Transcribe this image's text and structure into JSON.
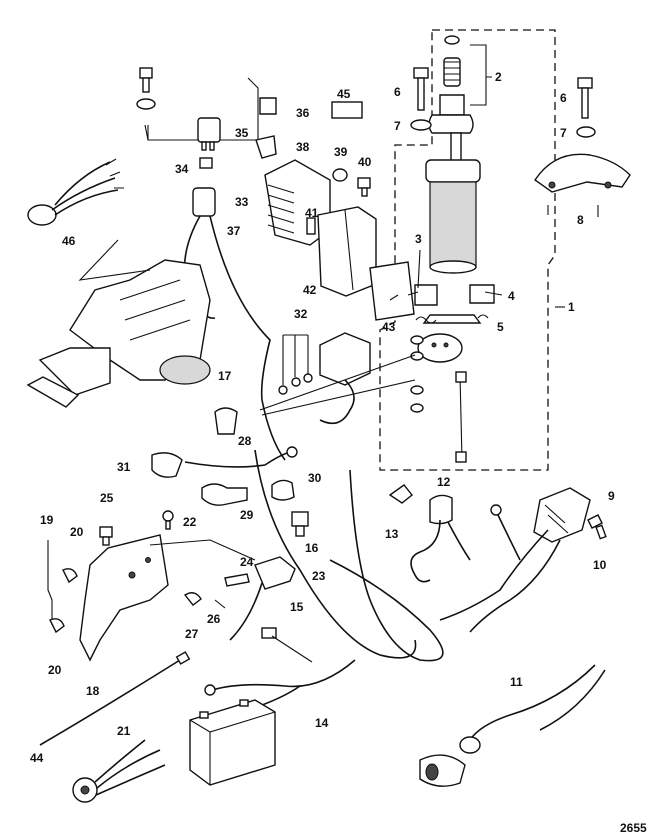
{
  "figure_number": "2655",
  "callouts": {
    "c1": "1",
    "c2": "2",
    "c3": "3",
    "c4": "4",
    "c5": "5",
    "c6a": "6",
    "c6b": "6",
    "c7a": "7",
    "c7b": "7",
    "c8": "8",
    "c9": "9",
    "c10": "10",
    "c11": "11",
    "c12": "12",
    "c13": "13",
    "c14": "14",
    "c15": "15",
    "c16": "16",
    "c17": "17",
    "c18": "18",
    "c19": "19",
    "c20a": "20",
    "c20b": "20",
    "c21": "21",
    "c22": "22",
    "c23": "23",
    "c24": "24",
    "c25": "25",
    "c26": "26",
    "c27": "27",
    "c28": "28",
    "c29": "29",
    "c30": "30",
    "c31": "31",
    "c32": "32",
    "c33": "33",
    "c34": "34",
    "c35": "35",
    "c36": "36",
    "c37": "37",
    "c38": "38",
    "c39": "39",
    "c40": "40",
    "c41": "41",
    "c42": "42",
    "c43": "43",
    "c44": "44",
    "c45": "45",
    "c46": "46"
  }
}
